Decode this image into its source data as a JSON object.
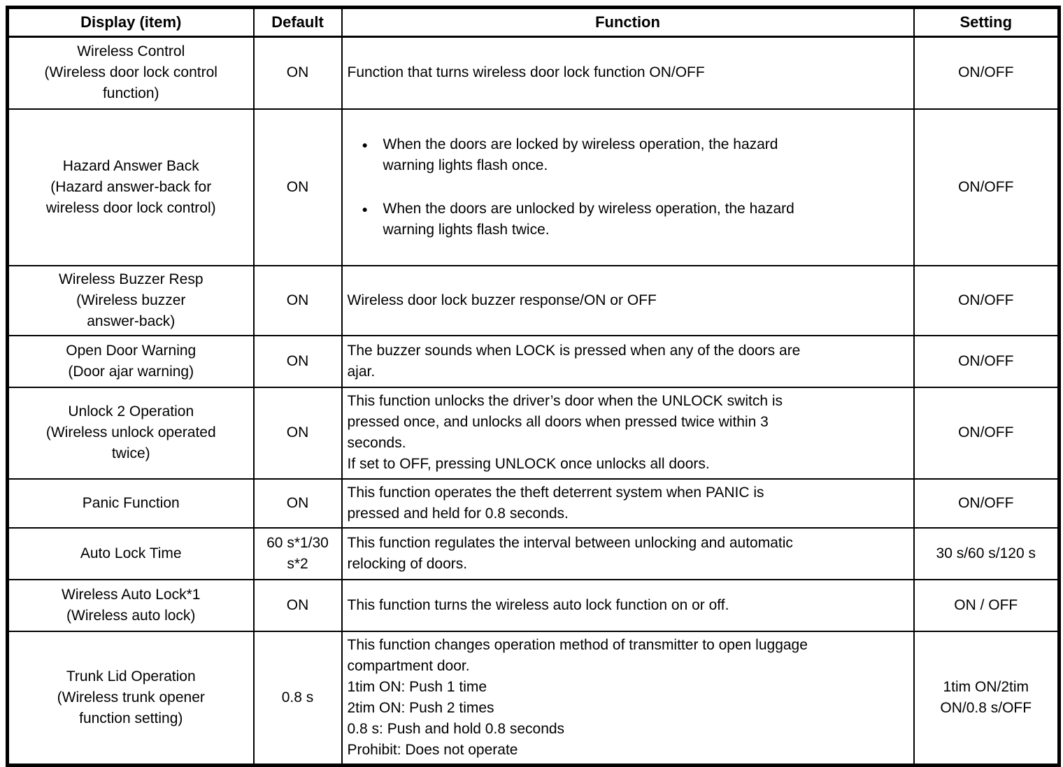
{
  "colors": {
    "text": "#000000",
    "border": "#000000",
    "background": "#ffffff"
  },
  "table": {
    "bullet_glyph": "●",
    "headers": {
      "display": "Display (item)",
      "default": "Default",
      "function": "Function",
      "setting": "Setting"
    },
    "rows": [
      {
        "display": "Wireless Control\n(Wireless door lock control\nfunction)",
        "default": "ON",
        "function": "Function that turns wireless door lock function ON/OFF",
        "setting": "ON/OFF"
      },
      {
        "display": "Hazard Answer Back\n(Hazard answer-back for\nwireless door lock control)",
        "default": "ON",
        "bullets": [
          "When the doors are locked by wireless operation, the hazard\nwarning lights flash once.",
          "When the doors are unlocked by wireless operation, the hazard\nwarning lights flash twice."
        ],
        "setting": "ON/OFF"
      },
      {
        "display": "Wireless Buzzer Resp\n(Wireless buzzer\nanswer-back)",
        "default": "ON",
        "function": "Wireless door lock buzzer response/ON or OFF",
        "setting": "ON/OFF"
      },
      {
        "display": "Open Door Warning\n(Door ajar warning)",
        "default": "ON",
        "function": "The buzzer sounds when LOCK is pressed when any of the doors are\najar.",
        "setting": "ON/OFF"
      },
      {
        "display": "Unlock 2 Operation\n(Wireless unlock operated\ntwice)",
        "default": "ON",
        "function": "This function unlocks the driver’s door when the UNLOCK switch is\npressed once, and unlocks all doors when pressed twice within 3\nseconds.\nIf set to OFF, pressing UNLOCK once unlocks all doors.",
        "setting": "ON/OFF"
      },
      {
        "display": "Panic Function",
        "default": "ON",
        "function": "This function operates the theft deterrent system when PANIC is\npressed and held for 0.8 seconds.",
        "setting": "ON/OFF"
      },
      {
        "display": "Auto Lock Time",
        "default": "60 s*1/30\ns*2",
        "function": "This function regulates the interval between unlocking and automatic\nrelocking of doors.",
        "setting": "30 s/60 s/120 s"
      },
      {
        "display": "Wireless Auto Lock*1\n(Wireless auto lock)",
        "default": "ON",
        "function": "This function turns the wireless auto lock function on or off.",
        "setting": "ON / OFF"
      },
      {
        "display": "Trunk Lid Operation\n(Wireless trunk opener\nfunction setting)",
        "default": "0.8 s",
        "function": "This function changes operation method of transmitter to open luggage\ncompartment door.\n1tim ON: Push 1 time\n2tim ON: Push 2 times\n0.8 s: Push and hold 0.8 seconds\nProhibit: Does not operate",
        "setting": "1tim ON/2tim\nON/0.8 s/OFF"
      }
    ]
  }
}
